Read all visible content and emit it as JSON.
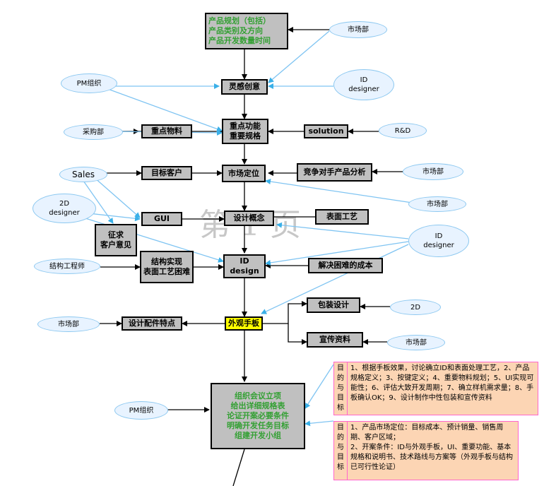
{
  "nodes": {
    "planning": [
      "产品规划（包括）",
      "产品类别及方向",
      "产品开发数量时间"
    ],
    "inspiration": "灵感创意",
    "key_features": [
      "重点功能",
      "重要规格"
    ],
    "key_materials": "重点物料",
    "solution": "solution",
    "market_position": "市场定位",
    "target_customer": "目标客户",
    "competitor": "竞争对手产品分析",
    "gui": "GUI",
    "design_concept": "设计概念",
    "surface_process": "表面工艺",
    "collect_opinions": [
      "征求",
      "客户意见"
    ],
    "structure_impl": [
      "结构实现",
      "表面工艺困难"
    ],
    "id_design": [
      "ID",
      "design"
    ],
    "solve_difficulty": "解决困难的成本",
    "design_parts": "设计配件特点",
    "prototype": "外观手板",
    "packaging": "包装设计",
    "promo": "宣传资料",
    "meeting": [
      "组织会议立项",
      "给出详细规格表",
      "论证开案必要条件",
      "明确开发任务目标",
      "组建开发小组"
    ]
  },
  "actors": {
    "market_1": "市场部",
    "pm_1": "PM组织",
    "id_designer_1": [
      "ID",
      "designer"
    ],
    "purchase": "采购部",
    "rd": "R&D",
    "sales": "Sales",
    "market_2": "市场部",
    "market_3": "市场部",
    "designer_2d": [
      "2D",
      "designer"
    ],
    "id_designer_2": [
      "ID",
      "designer"
    ],
    "structure_eng": "结构工程师",
    "market_4": "市场部",
    "d2": "2D",
    "market_5": "市场部",
    "pm_2": "PM组织"
  },
  "notes": [
    {
      "label": "目的与目标",
      "text": "1、根据手板效果，讨论确立ID和表面处理工艺，2、产品规格定义；3、按键定义；4、重要物料规划；5、UI实现可能性；6、评估大致开发周期；7、确立样机需求量；8、手板确认OK；9、设计制作中性包装和宣传资料"
    },
    {
      "label": "目的与目标",
      "text": "1、产品市场定位：目标成本、预计销量、销售周期、客户区域；\n2、开案条件：ID与外观手板，UI、重要功能、基本规格和说明书、技术路线与方案等（外观手板与结构已可行性论证）"
    }
  ],
  "watermark": "第 1 页",
  "colors": {
    "box": "#c0c0c0",
    "ellipse": "#e8f3ff",
    "ellipse_border": "#8cc8f0",
    "arrow_blue": "#7fc4f2",
    "highlight": "#ffff00",
    "note_fill": "#fcd5b4",
    "note_border": "#ff66cc",
    "green_text": "#33a033"
  }
}
